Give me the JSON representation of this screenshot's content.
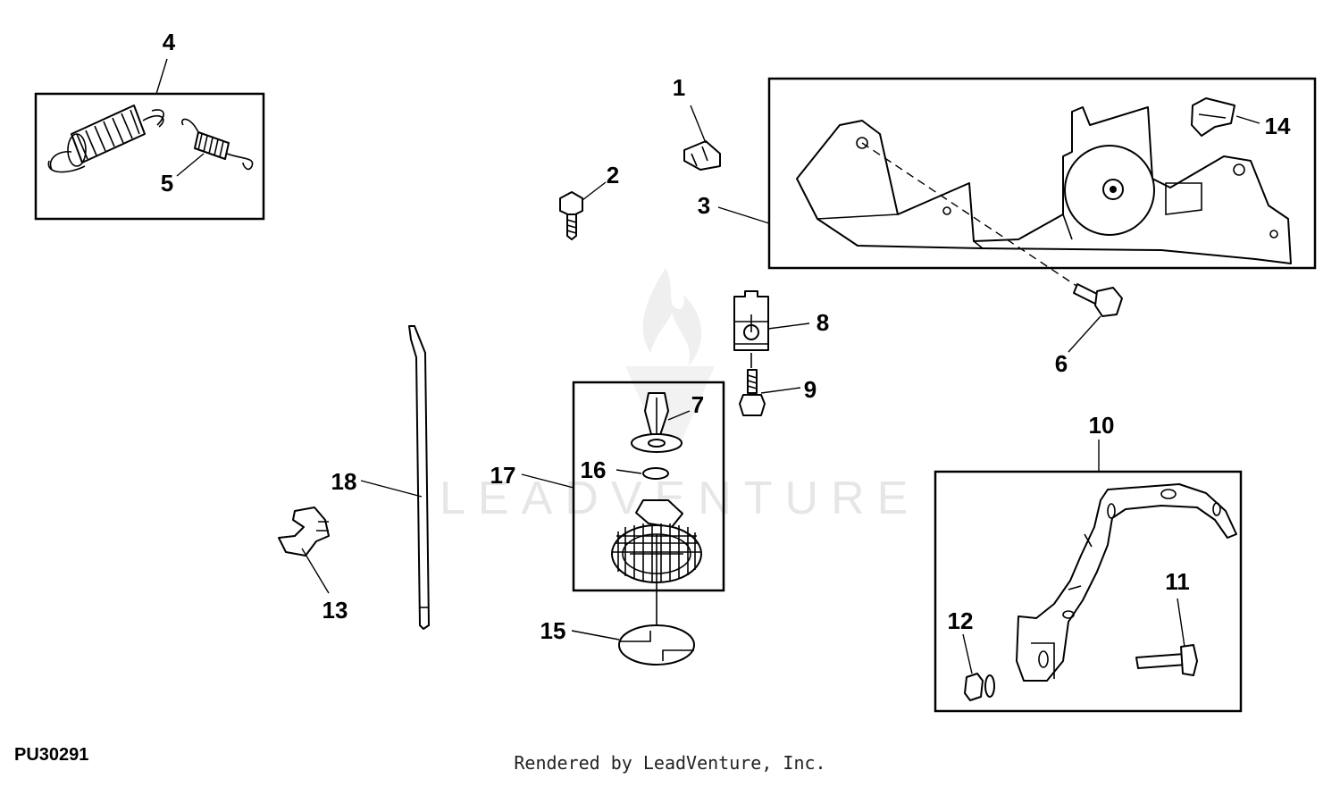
{
  "diagram": {
    "id": "PU30291",
    "credit": "Rendered by LeadVenture, Inc.",
    "watermark": "LEADVENTURE"
  },
  "callouts": {
    "c1": "1",
    "c2": "2",
    "c3": "3",
    "c4": "4",
    "c5": "5",
    "c6": "6",
    "c7": "7",
    "c8": "8",
    "c9": "9",
    "c10": "10",
    "c11": "11",
    "c12": "12",
    "c13": "13",
    "c14": "14",
    "c15": "15",
    "c16": "16",
    "c17": "17",
    "c18": "18"
  },
  "icons": {
    "watermark": "flame-logo-icon"
  }
}
